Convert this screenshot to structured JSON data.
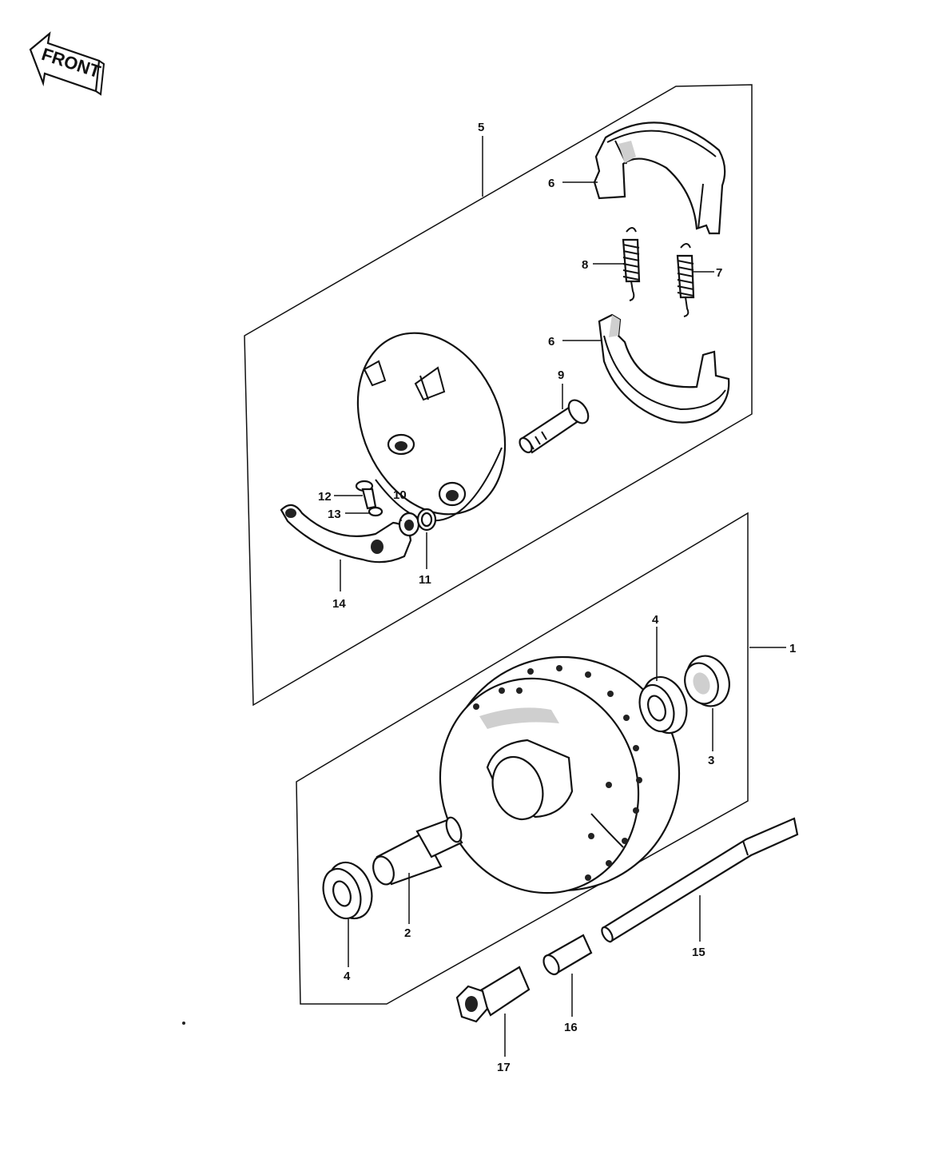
{
  "direction_label": "FRONT",
  "labels": {
    "p1": "1",
    "p2": "2",
    "p3": "3",
    "p4a": "4",
    "p4b": "4",
    "p5": "5",
    "p6a": "6",
    "p6b": "6",
    "p7": "7",
    "p8": "8",
    "p9": "9",
    "p10": "10",
    "p11": "11",
    "p12": "12",
    "p13": "13",
    "p14": "14",
    "p15": "15",
    "p16": "16",
    "p17": "17"
  }
}
